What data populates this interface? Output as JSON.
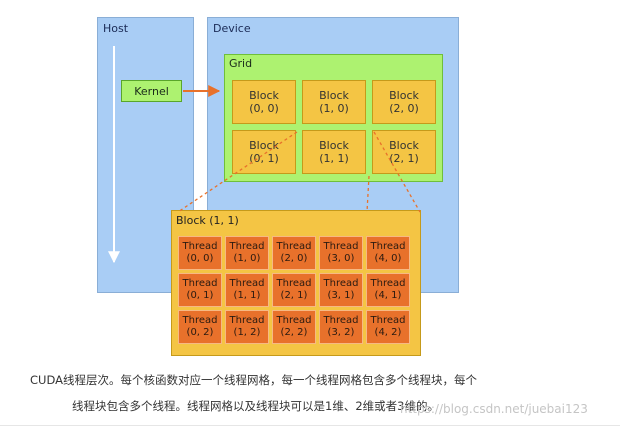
{
  "host": {
    "title": "Host"
  },
  "device": {
    "title": "Device"
  },
  "grid": {
    "title": "Grid"
  },
  "kernel": {
    "label": "Kernel"
  },
  "grid_blocks": [
    {
      "name": "Block",
      "coord": "(0, 0)"
    },
    {
      "name": "Block",
      "coord": "(1, 0)"
    },
    {
      "name": "Block",
      "coord": "(2, 0)"
    },
    {
      "name": "Block",
      "coord": "(0, 1)"
    },
    {
      "name": "Block",
      "coord": "(1, 1)"
    },
    {
      "name": "Block",
      "coord": "(2, 1)"
    }
  ],
  "block_detail": {
    "title": "Block (1, 1)",
    "threads": [
      {
        "name": "Thread",
        "coord": "(0, 0)"
      },
      {
        "name": "Thread",
        "coord": "(1, 0)"
      },
      {
        "name": "Thread",
        "coord": "(2, 0)"
      },
      {
        "name": "Thread",
        "coord": "(3, 0)"
      },
      {
        "name": "Thread",
        "coord": "(4, 0)"
      },
      {
        "name": "Thread",
        "coord": "(0, 1)"
      },
      {
        "name": "Thread",
        "coord": "(1, 1)"
      },
      {
        "name": "Thread",
        "coord": "(2, 1)"
      },
      {
        "name": "Thread",
        "coord": "(3, 1)"
      },
      {
        "name": "Thread",
        "coord": "(4, 1)"
      },
      {
        "name": "Thread",
        "coord": "(0, 2)"
      },
      {
        "name": "Thread",
        "coord": "(1, 2)"
      },
      {
        "name": "Thread",
        "coord": "(2, 2)"
      },
      {
        "name": "Thread",
        "coord": "(3, 2)"
      },
      {
        "name": "Thread",
        "coord": "(4, 2)"
      }
    ]
  },
  "caption": {
    "line1": "CUDA线程层次。每个核函数对应一个线程网格，每一个线程网格包含多个线程块，每个",
    "line2": "线程块包含多个线程。线程网格以及线程块可以是1维、2维或者3维的。"
  },
  "watermark": "https://blog.csdn.net/juebai123",
  "colors": {
    "host_device_blue": "#a9cdf5",
    "grid_green": "#adf270",
    "block_yellow": "#f4c544",
    "thread_orange": "#e8712b",
    "arrow_orange": "#e8712b"
  }
}
